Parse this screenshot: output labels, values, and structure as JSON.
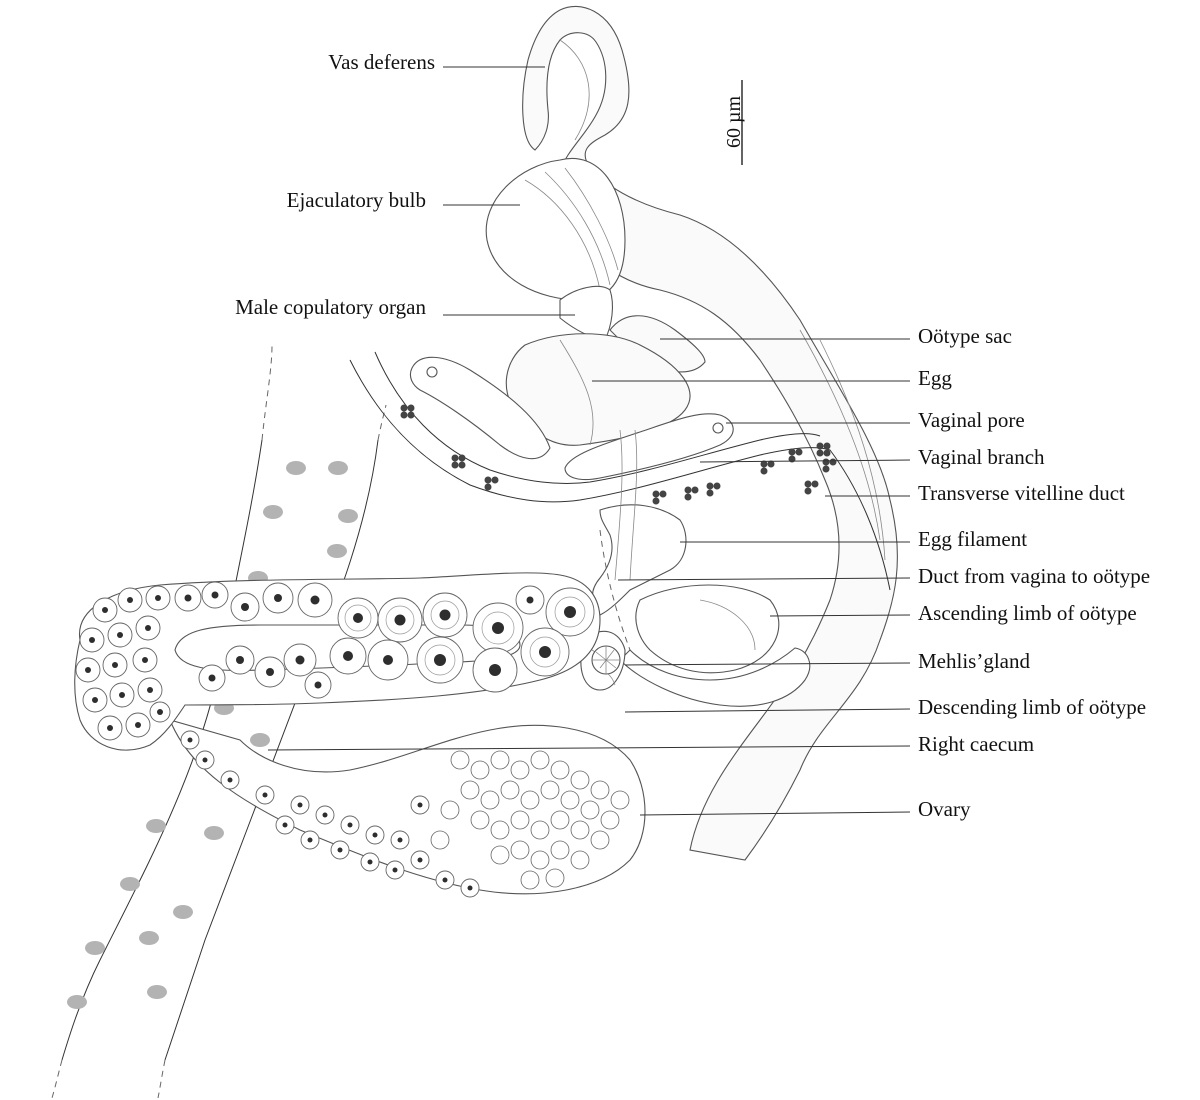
{
  "scale_bar": {
    "label": "60 µm"
  },
  "labels_left": [
    {
      "id": "vas-deferens",
      "text": "Vas deferens"
    },
    {
      "id": "ejaculatory-bulb",
      "text": "Ejaculatory bulb"
    },
    {
      "id": "male-copulatory-organ",
      "text": "Male copulatory organ"
    }
  ],
  "labels_right": [
    {
      "id": "ootype-sac",
      "text": "Oötype sac"
    },
    {
      "id": "egg",
      "text": "Egg"
    },
    {
      "id": "vaginal-pore",
      "text": "Vaginal pore"
    },
    {
      "id": "vaginal-branch",
      "text": "Vaginal branch"
    },
    {
      "id": "transverse-vitelline-duct",
      "text": "Transverse vitelline duct"
    },
    {
      "id": "egg-filament",
      "text": "Egg filament"
    },
    {
      "id": "duct-vagina-ootype",
      "text": "Duct from vagina to oötype"
    },
    {
      "id": "ascending-limb",
      "text": "Ascending limb of oötype"
    },
    {
      "id": "mehlis-gland",
      "text": "Mehlis’gland"
    },
    {
      "id": "descending-limb",
      "text": "Descending limb of oötype"
    },
    {
      "id": "right-caecum",
      "text": "Right caecum"
    },
    {
      "id": "ovary",
      "text": "Ovary"
    }
  ]
}
